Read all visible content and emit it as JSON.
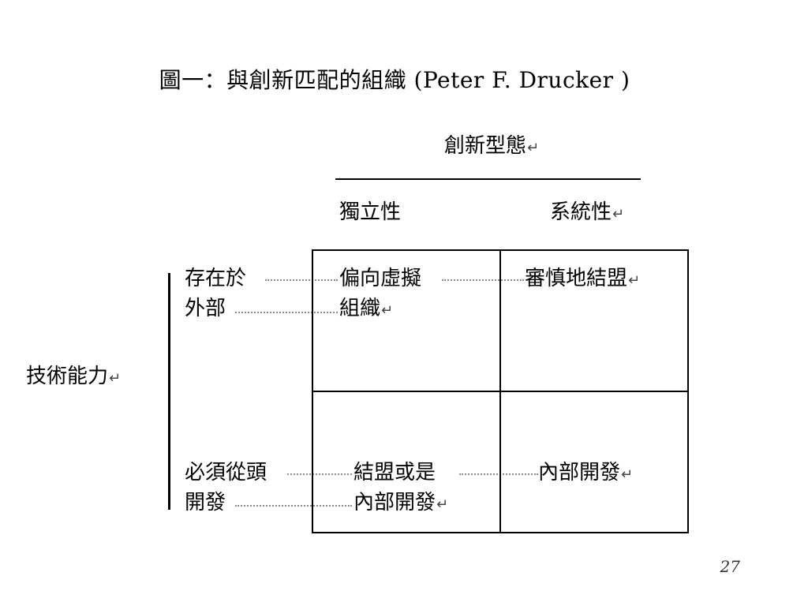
{
  "slide": {
    "title": "圖一：與創新匹配的組織 (Peter F. Drucker )",
    "page_number": "27"
  },
  "diagram": {
    "column_axis_label": "創新型態",
    "column_headers": [
      "獨立性",
      "系統性"
    ],
    "row_axis_label": "技術能力",
    "row_headers": [
      [
        "存在於",
        "外部"
      ],
      [
        "必須從頭",
        "開發"
      ]
    ],
    "cells": [
      [
        [
          "偏向虛擬",
          "組織"
        ],
        [
          "審慎地結盟"
        ]
      ],
      [
        [
          "結盟或是",
          "內部開發"
        ],
        [
          "內部開發"
        ]
      ]
    ],
    "paragraph_mark": "↵"
  }
}
